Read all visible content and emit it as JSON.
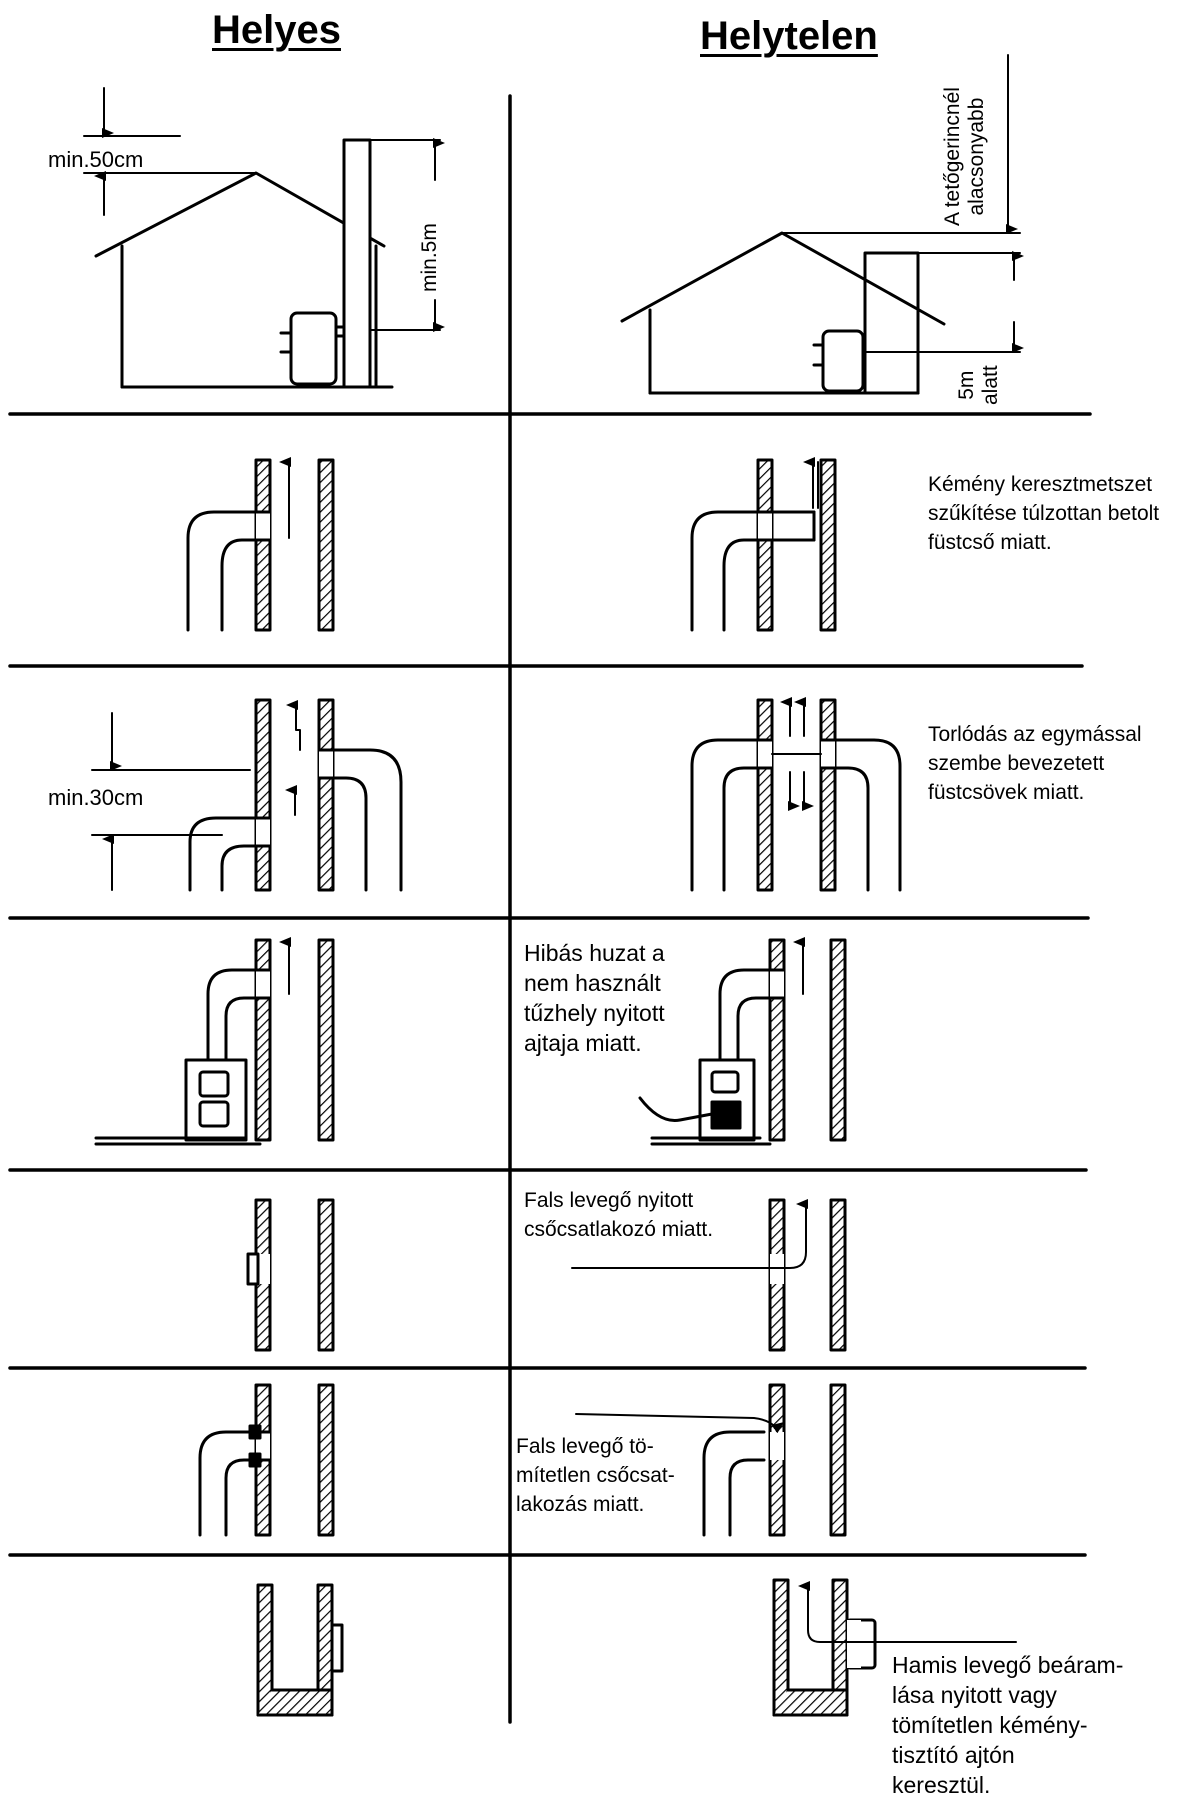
{
  "headings": {
    "correct": "Helyes",
    "incorrect": "Helytelen"
  },
  "labels": {
    "ridge_min": "min.50cm",
    "chimney_min": "min.5m",
    "offset_min": "min.30cm",
    "below_ridge_line1": "A tetőgerincnél",
    "below_ridge_line2": "alacsonyabb",
    "under5_line1": "5m",
    "under5_line2": "alatt"
  },
  "notes": {
    "narrowing": [
      "Kémény keresztmetszet",
      "szűkítése túlzottan betolt",
      "füstcső miatt."
    ],
    "opposed": [
      "Torlódás az egymással",
      "szembe bevezetett",
      "füstcsövek miatt."
    ],
    "open_door": [
      "Hibás huzat a",
      "nem használt",
      "tűzhely nyitott",
      "ajtaja miatt."
    ],
    "open_socket": [
      "Fals levegő nyitott",
      "csőcsatlakozó miatt."
    ],
    "leaky_joint": [
      "Fals levegő tö-",
      "mítetlen csőcsat-",
      "lakozás miatt."
    ],
    "cleanout": [
      "Hamis levegő beáram-",
      "lása nyitott vagy",
      "tömítetlen kémény-",
      "tisztító ajtón",
      "keresztül."
    ]
  },
  "colors": {
    "ink": "#000000",
    "background": "#ffffff"
  }
}
